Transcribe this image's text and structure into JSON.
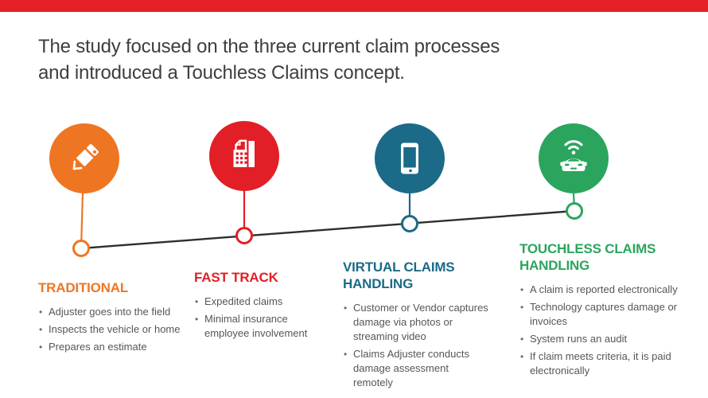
{
  "title": {
    "line1": "The study focused on the three current claim processes",
    "line2": "and introduced a Touchless Claims concept."
  },
  "top_bar_color": "#E42127",
  "timeline": {
    "line_color": "#2E2E2E",
    "node_style": "white circle with colored ring"
  },
  "sections": [
    {
      "title": "TRADITIONAL",
      "color": "#EE7623",
      "icon": "pencil-icon",
      "bullets": [
        "Adjuster goes into the field",
        "Inspects the vehicle or home",
        "Prepares an estimate"
      ]
    },
    {
      "title": "FAST TRACK",
      "color": "#E21F26",
      "icon": "building-invoice-icon",
      "bullets": [
        "Expedited claims",
        "Minimal insurance employee involvement"
      ]
    },
    {
      "title": "VIRTUAL CLAIMS HANDLING",
      "color": "#1B6A87",
      "icon": "smartphone-icon",
      "bullets": [
        "Customer or Vendor captures damage via photos or streaming video",
        "Claims Adjuster conducts damage assessment remotely"
      ]
    },
    {
      "title": "TOUCHLESS CLAIMS HANDLING",
      "color": "#2BA55D",
      "icon": "connected-car-icon",
      "bullets": [
        "A claim is reported electronically",
        "Technology captures damage or invoices",
        "System runs an audit",
        "If claim meets criteria, it is paid electronically"
      ]
    }
  ]
}
